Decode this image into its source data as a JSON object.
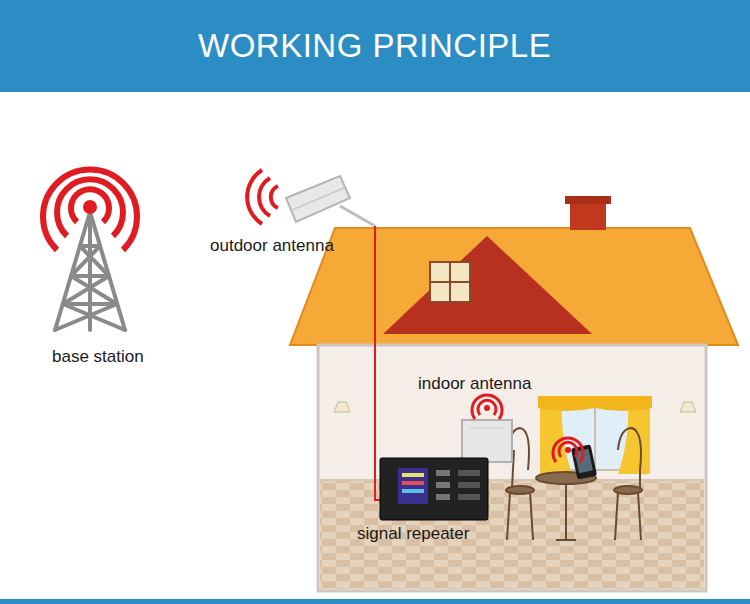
{
  "diagram": {
    "title": "WORKING PRINCIPLE",
    "labels": [
      "outdoor antenna",
      "base station",
      "indoor antenna",
      "signal repeater"
    ]
  }
}
